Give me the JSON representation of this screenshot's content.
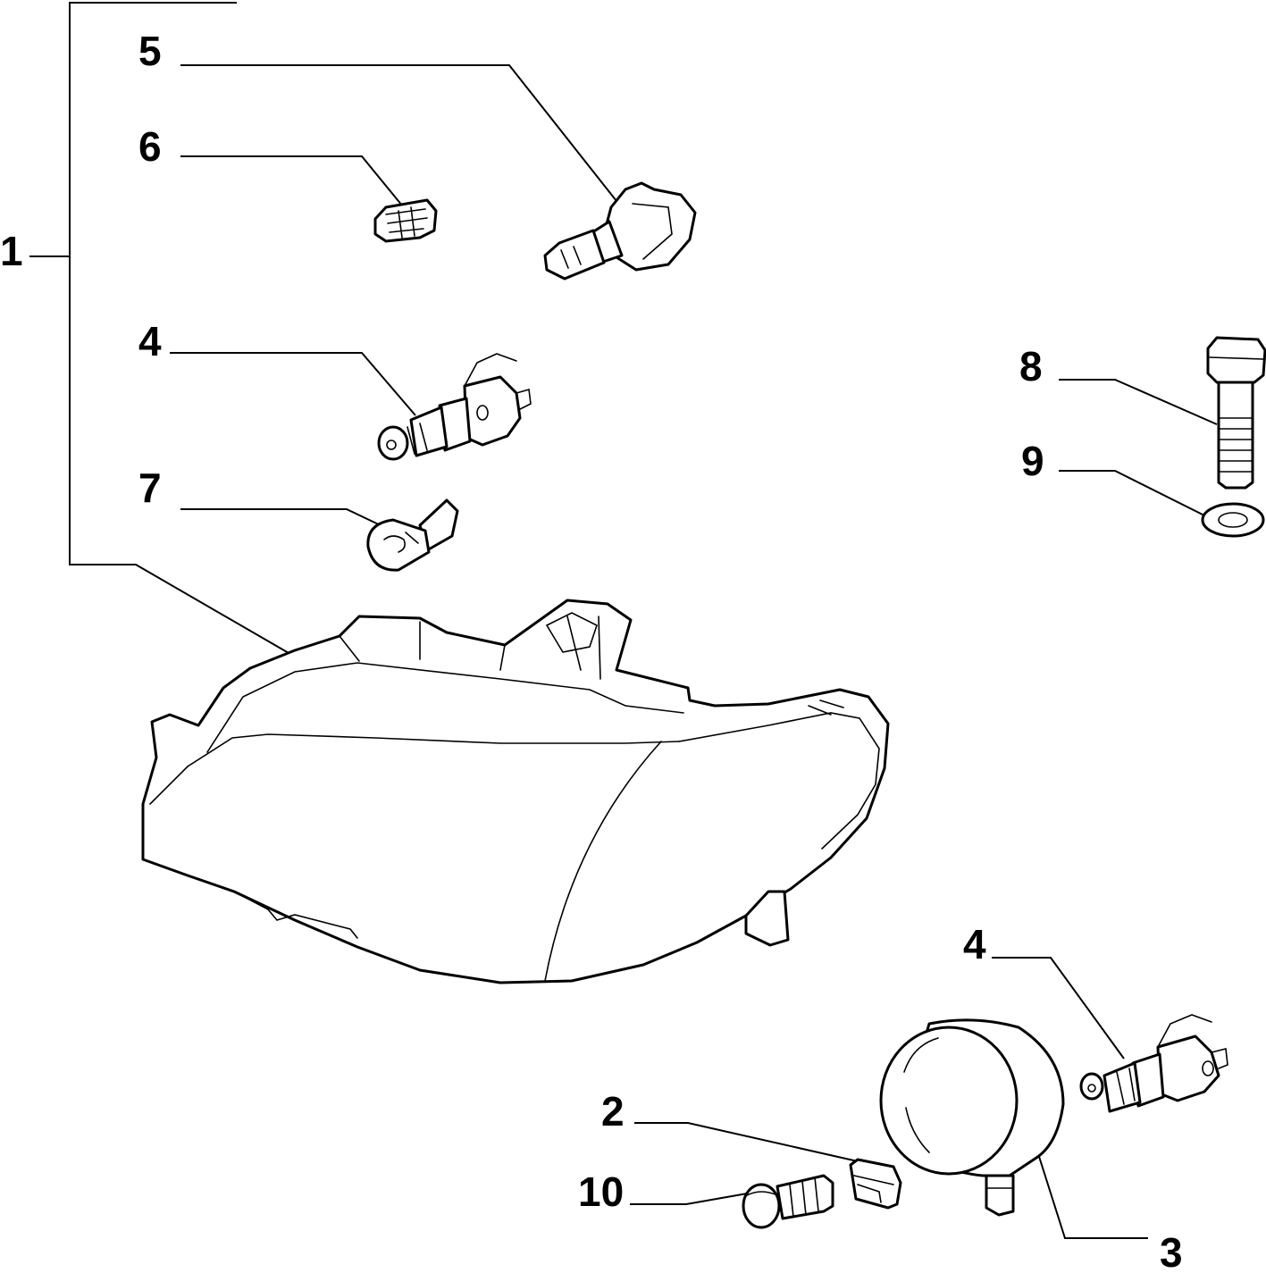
{
  "callouts": {
    "c1": "1",
    "c2": "2",
    "c3": "3",
    "c4a": "4",
    "c4b": "4",
    "c5": "5",
    "c6": "6",
    "c7": "7",
    "c8": "8",
    "c9": "9",
    "c10": "10"
  },
  "colors": {
    "ink": "#000000",
    "paper": "#ffffff"
  }
}
